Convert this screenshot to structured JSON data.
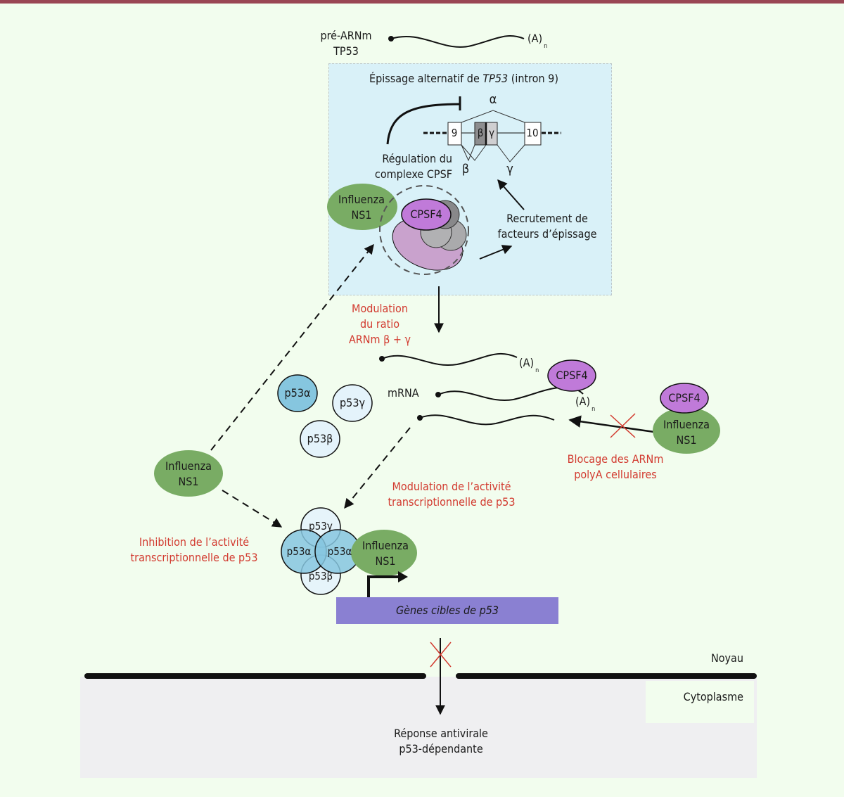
{
  "figure": {
    "pre_mrna": {
      "line1": "pré-ARNm",
      "line2": "TP53",
      "polya": "(A)",
      "polya_sub": "n"
    },
    "splicing_box": {
      "title_prefix": "Épissage alternatif de ",
      "title_gene": "TP53",
      "title_suffix": " (intron 9)",
      "exon_left": "9",
      "exon_right": "10",
      "exon_beta": "β",
      "exon_gamma": "γ",
      "isoform_alpha": "α",
      "isoform_beta": "β",
      "isoform_gamma": "γ",
      "regulation_label_1": "Régulation du",
      "regulation_label_2": "complexe CPSF",
      "recruitment_label_1": "Recrutement de",
      "recruitment_label_2": "facteurs d’épissage",
      "ns1_label_1": "Influenza",
      "ns1_label_2": "NS1",
      "cpsf4_label": "CPSF4"
    },
    "modulation_ratio": {
      "line1": "Modulation",
      "line2": "du ratio",
      "line3": "ARNm β + γ"
    },
    "mrna": {
      "label": "mRNA",
      "polya_1": "(A)",
      "polya_1_sub": "n",
      "polya_2": "(A)",
      "polya_2_sub": "n",
      "cpsf4_bound": "CPSF4"
    },
    "isoforms": {
      "alpha": "p53α",
      "gamma": "p53γ",
      "beta": "p53β"
    },
    "blocking": {
      "cpsf4": "CPSF4",
      "ns1_line1": "Influenza",
      "ns1_line2": "NS1",
      "label_line1": "Blocage des ARNm",
      "label_line2": "polyA cellulaires"
    },
    "ns1_left": {
      "line1": "Influenza",
      "line2": "NS1"
    },
    "modulation_activity": {
      "line1": "Modulation de l’activité",
      "line2": "transcriptionnelle de p53"
    },
    "inhibition": {
      "line1": "Inhibition de l’activité",
      "line2": "transcriptionnelle de p53"
    },
    "complex": {
      "gamma": "p53γ",
      "alpha_left": "p53α",
      "alpha_right": "p53α",
      "beta": "p53β",
      "ns1_line1": "Influenza",
      "ns1_line2": "NS1"
    },
    "target_genes": "Gènes cibles de p53",
    "compartments": {
      "nucleus": "Noyau",
      "cytoplasm": "Cytoplasme"
    },
    "response": {
      "line1": "Réponse antivirale",
      "line2": "p53-dépendante"
    },
    "colors": {
      "background": "#f2fdee",
      "top_bar": "#9a4654",
      "splicing_box": "#d9f1f8",
      "cytoplasm": "#efeff1",
      "ns1_green": "#79ac64",
      "cpsf4_purple": "#c07ad9",
      "cpsf_complex_lilac": "#c9a2cd",
      "p53_alpha_blue": "#86c6df",
      "p53_isoform_pale": "#e4f3fb",
      "target_genes_bar": "#8a80d2",
      "annotation_red": "#d23a2f"
    }
  }
}
